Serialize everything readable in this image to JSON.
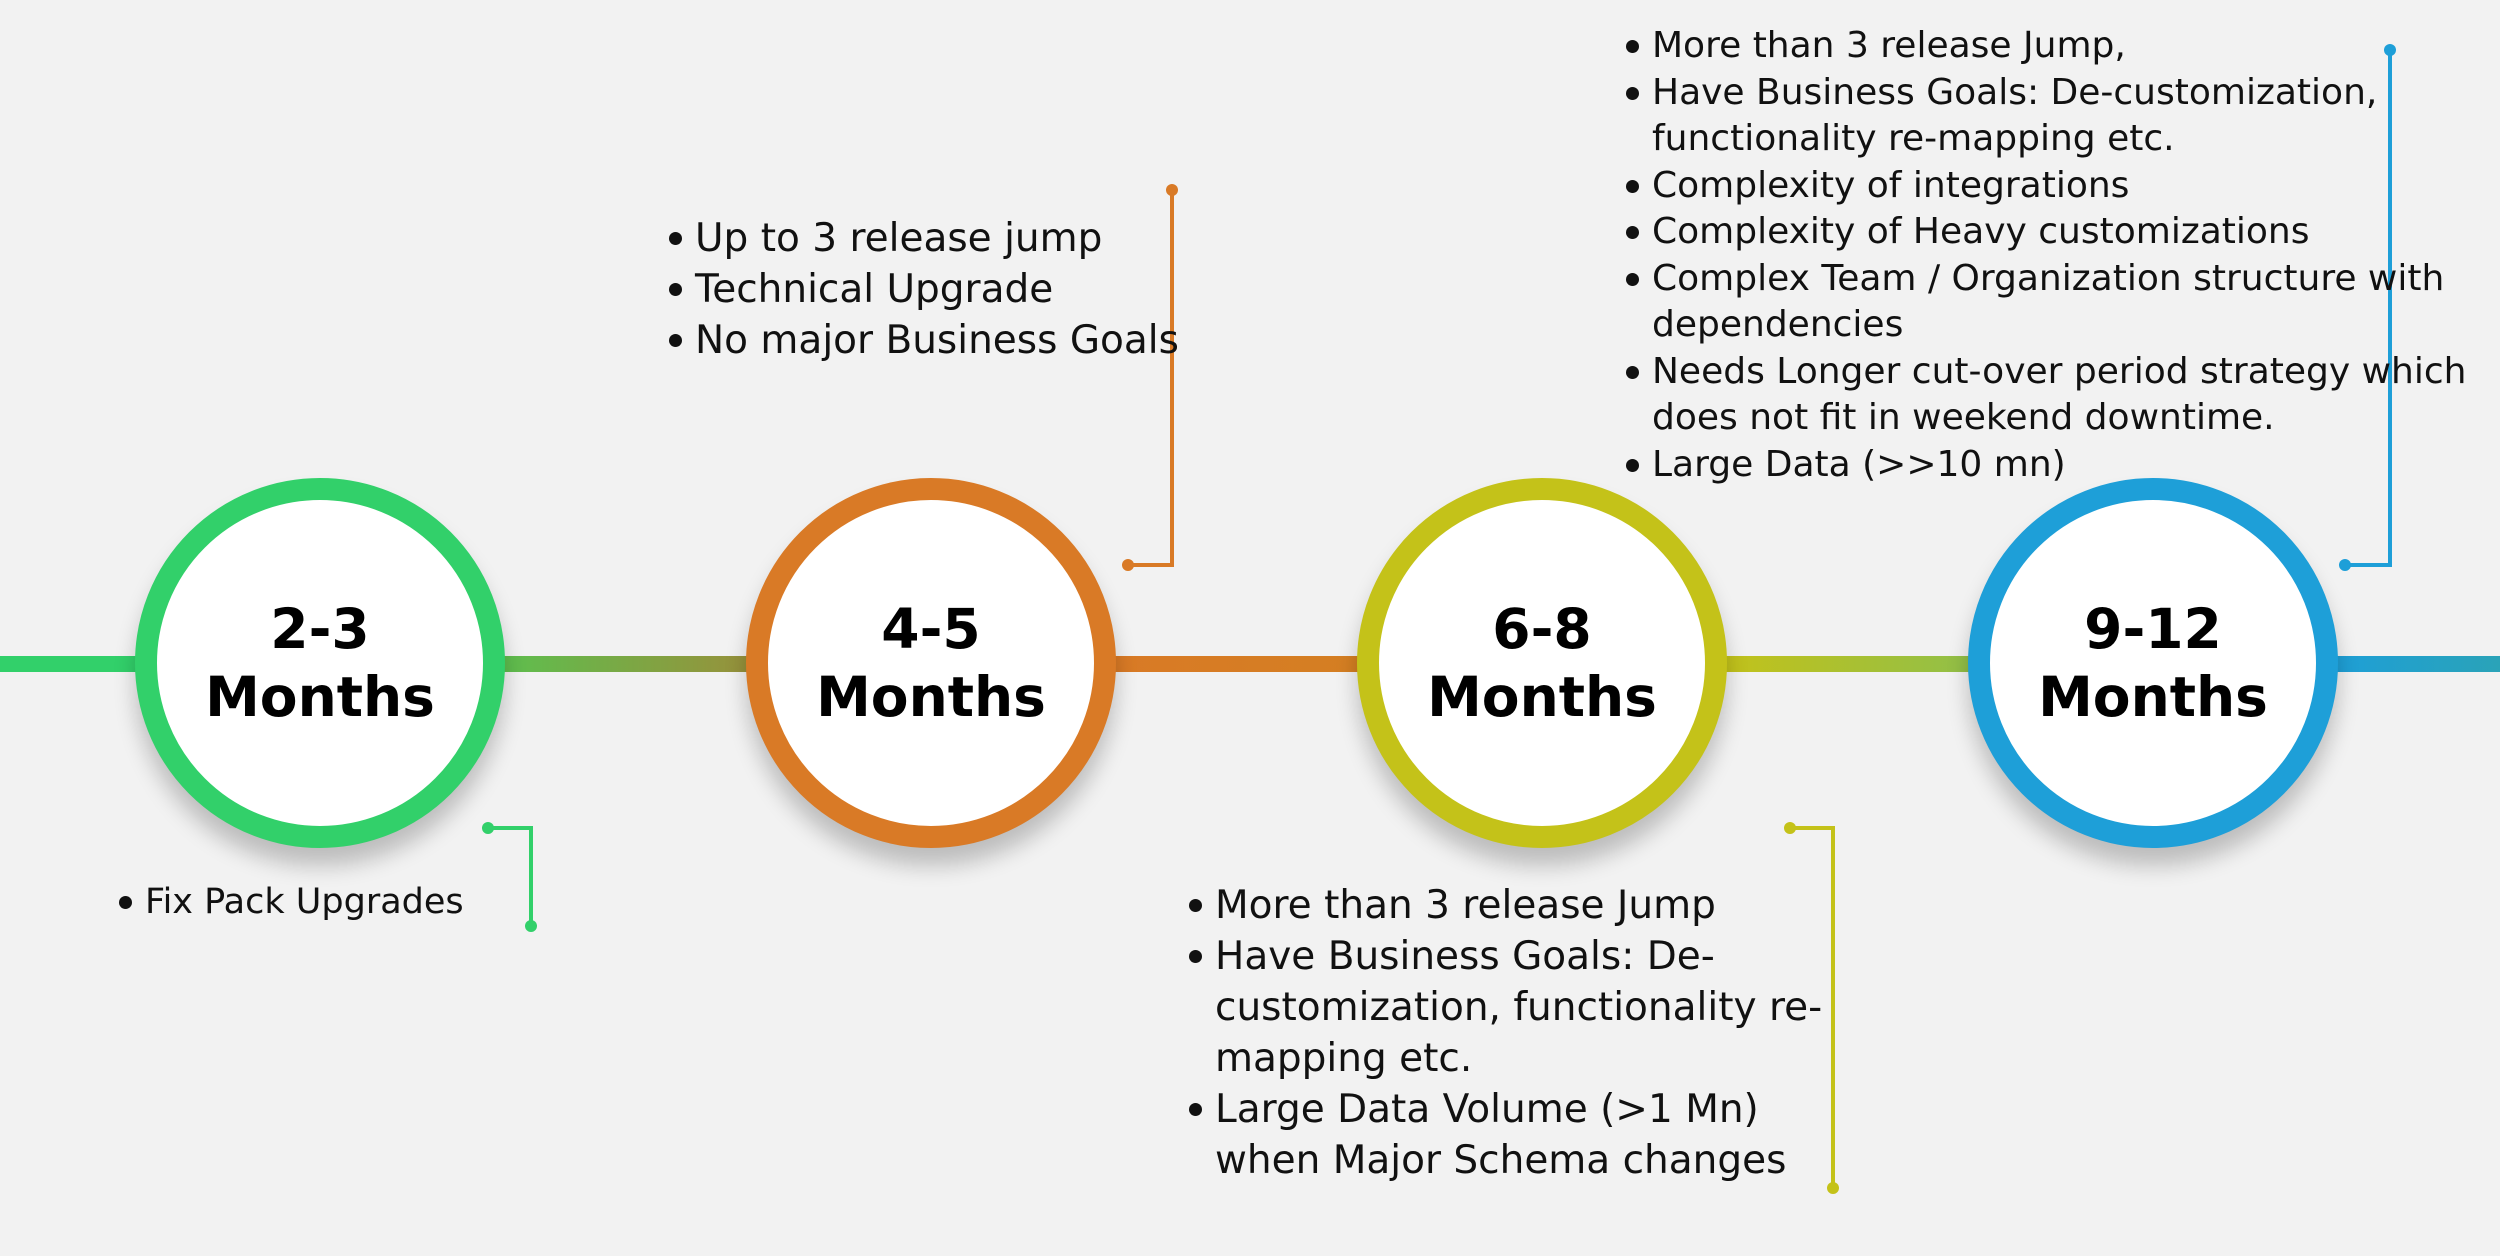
{
  "colors": {
    "background": "#f2f2f2",
    "green": "#32d06a",
    "orange": "#d97a26",
    "yellow_green": "#c4c219",
    "blue": "#1e9fd8",
    "olive_connector": "#8a9e45",
    "lime_connector": "#a9c43a",
    "teal_connector": "#2aa3b8"
  },
  "stages": [
    {
      "duration": "2-3",
      "unit": "Months",
      "color": "#32d06a",
      "bullets": [
        "Fix Pack Upgrades"
      ]
    },
    {
      "duration": "4-5",
      "unit": "Months",
      "color": "#d97a26",
      "bullets": [
        "Up to 3 release jump",
        "Technical Upgrade",
        "No major Business Goals"
      ]
    },
    {
      "duration": "6-8",
      "unit": "Months",
      "color": "#c4c219",
      "bullets": [
        "More than 3 release Jump",
        "Have Business Goals: De-customization, functionality re-mapping etc.",
        "Large Data Volume (>1 Mn) when Major Schema changes"
      ]
    },
    {
      "duration": "9-12",
      "unit": "Months",
      "color": "#1e9fd8",
      "bullets": [
        "More than 3 release Jump,",
        "Have Business Goals: De-customization, functionality re-mapping etc.",
        "Complexity of integrations",
        "Complexity of Heavy customizations",
        "Complex Team / Organization structure with dependencies",
        "Needs Longer cut-over period strategy which does not fit in weekend downtime.",
        "Large Data (>>10 mn)"
      ]
    }
  ]
}
